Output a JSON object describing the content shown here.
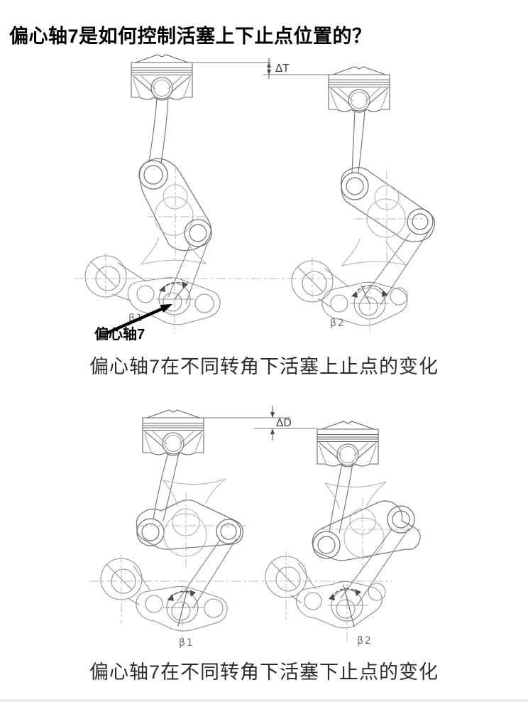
{
  "title": "偏心轴7是如何控制活塞上下止点位置的？",
  "figures": {
    "top": {
      "caption": "偏心轴7在不同转角下活塞上止点的变化",
      "dimension_label": "ΔT",
      "angle_left": "β1",
      "angle_right": "β2",
      "callout": "偏心轴7"
    },
    "bottom": {
      "caption": "偏心轴7在不同转角下活塞下止点的变化",
      "dimension_label": "ΔD",
      "angle_left": "β1",
      "angle_right": "β2"
    }
  },
  "colors": {
    "background": "#ffffff",
    "drawing_line_light": "#b0b0b0",
    "drawing_line_main": "#8a8a8a",
    "drawing_line_dark": "#5f5f5f",
    "centerline": "#b8b8b8",
    "dimension_line": "#4a4a4a",
    "callout_black": "#000000",
    "caption_text": "#2c2c2c"
  }
}
